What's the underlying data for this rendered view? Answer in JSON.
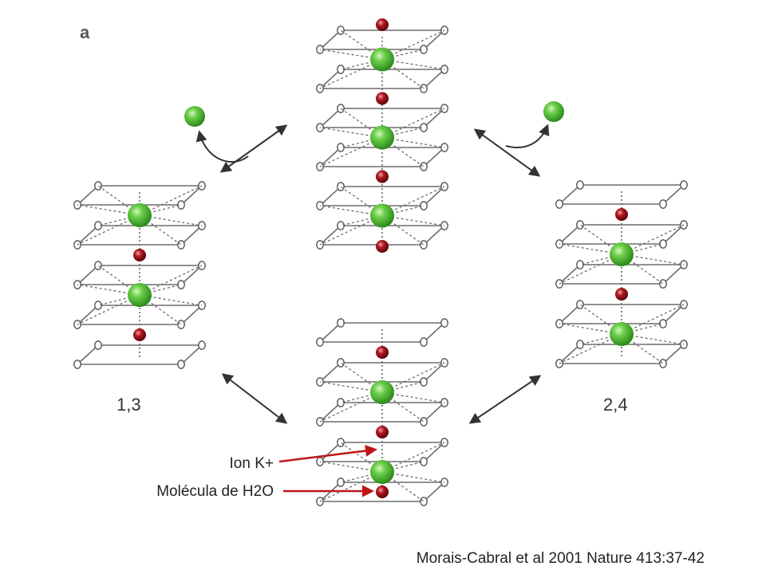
{
  "figure": {
    "panel_label": "a",
    "states": {
      "left": "1,3",
      "right": "2,4"
    },
    "legend": {
      "ion": "Ion K+",
      "water": "Molécula de H2O"
    },
    "citation": "Morais-Cabral et al 2001 Nature 413:37-42"
  },
  "colors": {
    "potassium_ion": "#3fae2a",
    "water_molecule": "#a3121c",
    "pointer_arrow": "#c0141a",
    "cage_lines": "#6d6d6d"
  },
  "stacks": [
    {
      "id": "top",
      "sites": [
        "water",
        "ion",
        "water",
        "ion",
        "water",
        "ion",
        "water"
      ]
    },
    {
      "id": "left",
      "sites": [
        "ion",
        "water",
        "ion",
        "water"
      ]
    },
    {
      "id": "right",
      "sites": [
        "water",
        "ion",
        "water",
        "ion"
      ]
    },
    {
      "id": "bottom",
      "sites": [
        "water",
        "ion",
        "water",
        "ion",
        "water"
      ]
    }
  ],
  "transitions": [
    {
      "from": "top",
      "to": "left",
      "event": "ion leaves"
    },
    {
      "from": "top",
      "to": "right",
      "event": "ion leaves"
    },
    {
      "from": "left",
      "to": "bottom",
      "event": ""
    },
    {
      "from": "right",
      "to": "bottom",
      "event": ""
    }
  ]
}
